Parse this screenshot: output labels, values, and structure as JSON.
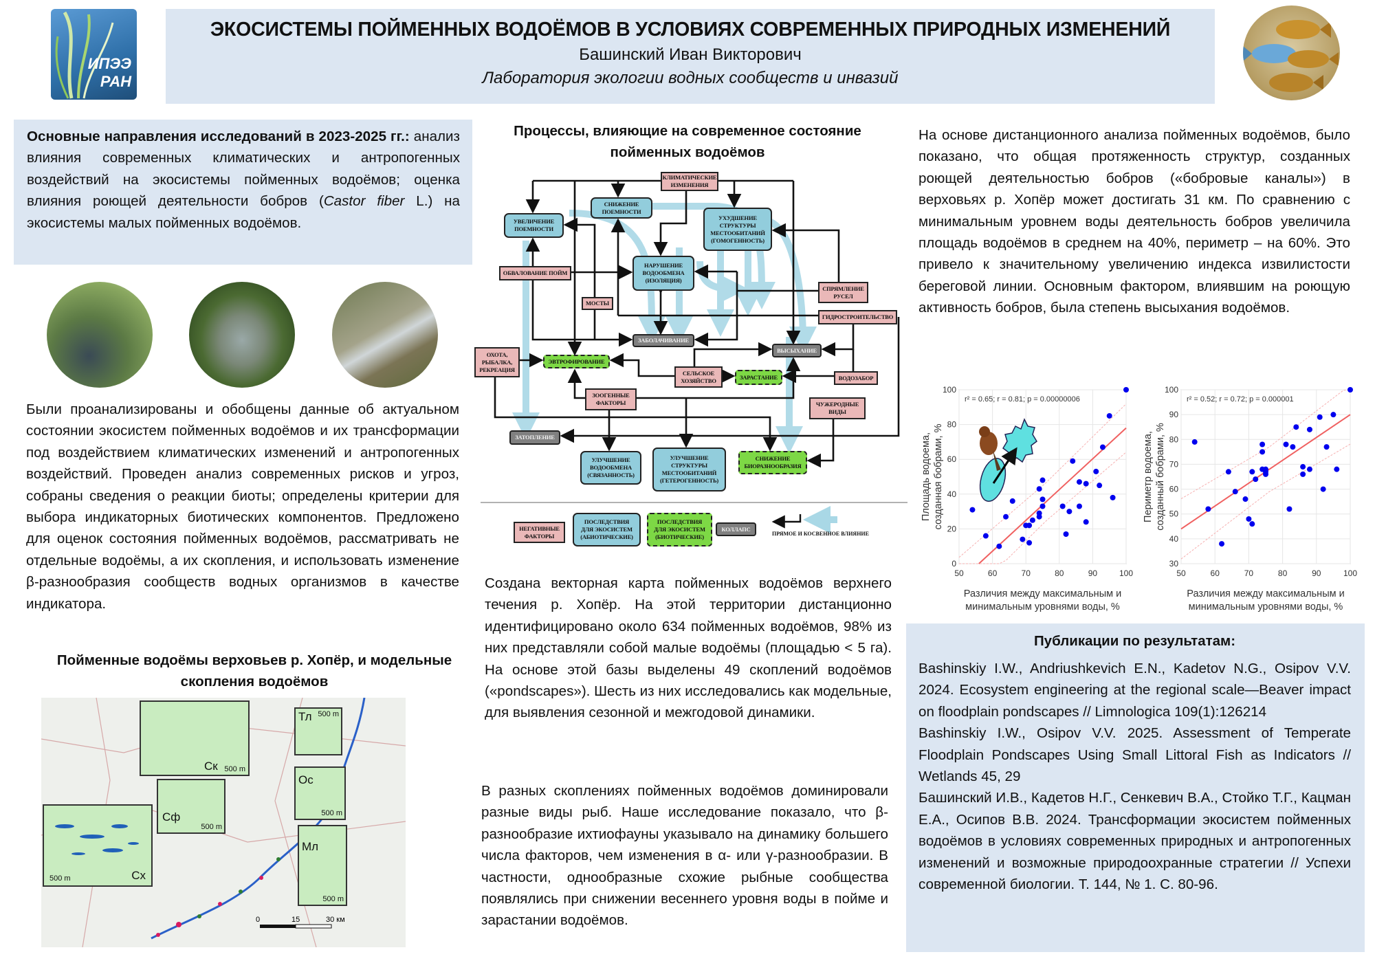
{
  "header": {
    "logo_text": [
      "ИПЭЭ",
      "РАН"
    ],
    "title": "ЭКОСИСТЕМЫ ПОЙМЕННЫХ ВОДОЁМОВ  В УСЛОВИЯХ СОВРЕМЕННЫХ ПРИРОДНЫХ ИЗМЕНЕНИЙ",
    "author": "Башинский Иван Викторович",
    "lab": "Лаборатория экологии водных сообществ и инвазий"
  },
  "left": {
    "directions_heading": "Основные направления исследований в 2023-2025 гг.:",
    "directions_text_1": " анализ влияния современных климатических и антропогенных воздействий на экосистемы пойменных водоёмов; оценка влияния роющей деятельности бобров (",
    "directions_species": "Castor fiber",
    "directions_text_2": " L.) на экосистемы малых пойменных водоёмов.",
    "summary": "Были проанализированы и обобщены данные об актуальном состоянии экосистем пойменных водоёмов и их трансформации под воздействием климатических изменений и антропогенных воздействий. Проведен анализ современных рисков и угроз, собраны сведения о реакции биоты; определены критерии для выбора индикаторных биотических компонентов. Предложено для оценок состояния пойменных водоёмов, рассматривать не отдельные водоёмы, а их скопления, и использовать изменение β-разнообразия сообществ водных организмов в качестве индикатора.",
    "map_title": "Пойменные водоёмы верховьев р. Хопёр, и модельные скопления водоёмов",
    "map": {
      "insets": [
        "Тл",
        "Ск",
        "Ос",
        "Сф",
        "Мл",
        "Сх"
      ],
      "scale_label": "500 m",
      "scalebar": [
        "0",
        "15",
        "30 км"
      ]
    }
  },
  "middle": {
    "diagram_title": "Процессы, влияющие на современное состояние пойменных водоёмов",
    "nodes": [
      "КЛИМАТИЧЕСКИЕ\nИЗМЕНЕНИЯ",
      "СНИЖЕНИЕ\nПОЕМНОСТИ",
      "УВЕЛИЧЕНИЕ\nПОЕМНОСТИ",
      "УХУДШЕНИЕ\nСТРУКТУРЫ\nМЕСТООБИТАНИЙ\n(ГОМОГЕННОСТЬ)",
      "ОБВАЛОВАНИЕ ПОЙМ",
      "НАРУШЕНИЕ\nВОДООБМЕНА\n(ИЗОЛЯЦИЯ)",
      "МОСТЫ",
      "СПРЯМЛЕНИЕ\nРУСЕЛ",
      "ГИДРОСТРОИТЕЛЬСТВО",
      "ЗАБОЛАЧИВАНИЕ",
      "ВЫСЫХАНИЕ",
      "ОХОТА,\nРЫБАЛКА,\nРЕКРЕАЦИЯ",
      "ЭВТРОФИРОВАНИЕ",
      "СЕЛЬСКОЕ\nХОЗЯЙСТВО",
      "ЗАРАСТАНИЕ",
      "ВОДОЗАБОР",
      "ЗООГЕННЫЕ\nФАКТОРЫ",
      "ЧУЖЕРОДНЫЕ\nВИДЫ",
      "ЗАТОПЛЕНИЕ",
      "УЛУЧШЕНИЕ\nВОДООБМЕНА\n(СВЯЗАННОСТЬ)",
      "УЛУЧШЕНИЕ\nСТРУКТУРЫ\nМЕСТООБИТАНИЙ\n(ГЕТЕРОГЕННОСТЬ)",
      "СНИЖЕНИЕ\nБИОРАЗНООБРАЗИЯ"
    ],
    "legend": {
      "negative": "НЕГАТИВНЫЕ\nФАКТОРЫ",
      "abiotic": "ПОСЛЕДСТВИЯ\nДЛЯ ЭКОСИСТЕМ\n(АБИОТИЧЕСКИЕ)",
      "biotic": "ПОСЛЕДСТВИЯ\nДЛЯ ЭКОСИСТЕМ\n(БИОТИЧЕСКИЕ)",
      "collapse": "КОЛЛАПС",
      "influence": "ПРЯМОЕ И КОСВЕННОЕ ВЛИЯНИЕ"
    },
    "text1": "Создана векторная карта пойменных водоёмов верхнего течения р. Хопёр. На этой территории дистанционно идентифицировано около 634 пойменных водоёмов, 98% из них представляли собой малые водоёмы (площадью < 5 га). На основе этой базы выделены 49 скоплений водоёмов («pondscapes»). Шесть из них исследовались как модельные, для выявления сезонной и межгодовой динамики.",
    "text2": "В разных скоплениях пойменных водоёмов доминировали разные виды рыб. Наше исследование показало, что β-разнообразие ихтиофауны указывало на динамику большего числа факторов, чем изменения в α- или γ-разнообразии. В частности, однообразные схожие рыбные сообщества появлялись при снижении весеннего уровня воды в пойме и зарастании водоёмов."
  },
  "right": {
    "text": "На основе дистанционного анализа пойменных водоёмов, было показано, что общая протяженность структур, созданных роющей деятельностью бобров («бобровые каналы») в верховьях р. Хопёр может достигать 31 км. По сравнению с минимальным уровнем воды деятельность бобров увеличила площадь водоёмов в среднем на 40%, периметр – на 60%. Это привело к значительному увеличению индекса извилистости береговой линии. Основным фактором, влиявшим на роющую активность бобров, была степень высыхания водоёмов.",
    "publications_title": "Публикации по результатам:",
    "publications": [
      "Bashinskiy I.W., Andriushkevich E.N., Kadetov N.G., Osipov V.V. 2024. Ecosystem engineering at the regional scale—Beaver impact on floodplain pondscapes // Limnologica 109(1):126214",
      "Bashinskiy I.W., Osipov V.V. 2025. Assessment of Temperate Floodplain Pondscapes Using Small Littoral Fish as Indicators // Wetlands 45, 29",
      "Башинский И.В., Кадетов Н.Г., Сенкевич В.А., Стойко Т.Г., Кацман Е.А., Осипов В.В. 2024. Трансформации экосистем пойменных водоёмов в условиях современных природных и антропогенных изменений и возможные природоохранные стратегии // Успехи современной биологии. Т. 144, № 1. С. 80-96."
    ]
  },
  "chart_data": [
    {
      "type": "scatter",
      "title": "",
      "annotation": "r² = 0.65;  r = 0.81; p = 0.00000006",
      "xlabel": "Различия между максимальным и минимальным уровнями воды, %",
      "ylabel": "Площадь водоема, созданная бобрами, %",
      "xlim": [
        50,
        100
      ],
      "ylim": [
        0,
        100
      ],
      "xticks": [
        "50",
        "60",
        "70",
        "80",
        "90",
        "100"
      ],
      "yticks": [
        "0",
        "20",
        "40",
        "60",
        "80",
        "100"
      ],
      "x": [
        54,
        58,
        62,
        64,
        66,
        69,
        70,
        71,
        71,
        72,
        74,
        74,
        74,
        75,
        75,
        75,
        81,
        82,
        83,
        84,
        86,
        86,
        88,
        88,
        91,
        92,
        93,
        95,
        96,
        100
      ],
      "y": [
        31,
        16,
        10,
        27,
        36,
        14,
        22,
        12,
        22,
        25,
        43,
        27,
        29,
        48,
        37,
        33,
        33,
        17,
        30,
        59,
        33,
        47,
        46,
        24,
        53,
        45,
        67,
        85,
        38,
        100
      ],
      "fit": {
        "slope": 1.77,
        "intercept": -99
      },
      "grid": true,
      "point_color": "#0000ee",
      "fit_color": "#f06060"
    },
    {
      "type": "scatter",
      "title": "",
      "annotation": "r² = 0.52;  r = 0.72; p = 0.000001",
      "xlabel": "Различия между максимальным и минимальным уровнями воды, %",
      "ylabel": "Периметр водоема, созданный бобрами, %",
      "xlim": [
        50,
        100
      ],
      "ylim": [
        30,
        100
      ],
      "xticks": [
        "50",
        "60",
        "70",
        "80",
        "90",
        "100"
      ],
      "yticks": [
        "30",
        "40",
        "50",
        "60",
        "70",
        "80",
        "90",
        "100"
      ],
      "x": [
        54,
        58,
        62,
        64,
        66,
        69,
        70,
        71,
        71,
        72,
        74,
        74,
        74,
        75,
        75,
        75,
        81,
        82,
        83,
        84,
        86,
        86,
        88,
        88,
        91,
        92,
        93,
        95,
        96,
        100
      ],
      "y": [
        79,
        52,
        38,
        67,
        59,
        56,
        48,
        46,
        67,
        64,
        75,
        68,
        78,
        68,
        66,
        67,
        78,
        52,
        77,
        85,
        69,
        66,
        84,
        68,
        89,
        60,
        77,
        90,
        68,
        100
      ],
      "fit": {
        "slope": 0.92,
        "intercept": -2
      },
      "grid": true,
      "point_color": "#0000ee",
      "fit_color": "#f06060"
    }
  ]
}
